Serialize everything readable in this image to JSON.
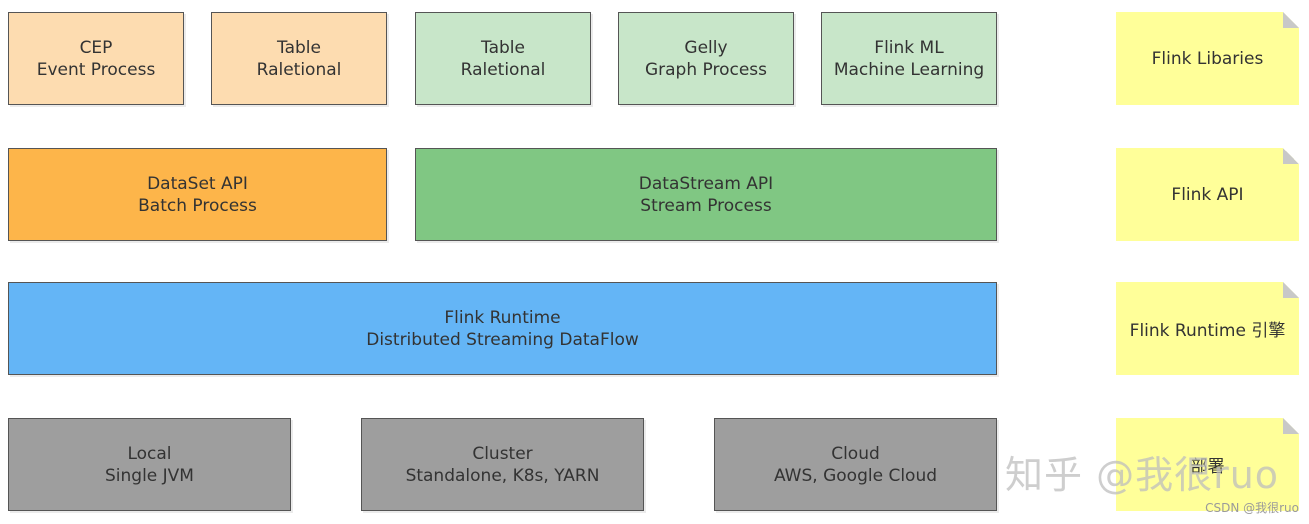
{
  "colors": {
    "libs_orange": "#fddcb0",
    "libs_green": "#c8e6c9",
    "api_orange": "#fdb54a",
    "api_green": "#80c783",
    "runtime_blue": "#64b5f6",
    "deploy_gray": "#9e9e9e",
    "note_yellow": "#ffff99"
  },
  "libraries": [
    {
      "line1": "CEP",
      "line2": "Event Process"
    },
    {
      "line1": "Table",
      "line2": "Raletional"
    },
    {
      "line1": "Table",
      "line2": "Raletional"
    },
    {
      "line1": "Gelly",
      "line2": "Graph Process"
    },
    {
      "line1": "Flink ML",
      "line2": "Machine Learning"
    }
  ],
  "apis": [
    {
      "line1": "DataSet API",
      "line2": "Batch Process"
    },
    {
      "line1": "DataStream API",
      "line2": "Stream Process"
    }
  ],
  "runtime": {
    "line1": "Flink Runtime",
    "line2": "Distributed Streaming DataFlow"
  },
  "deploy": [
    {
      "line1": "Local",
      "line2": "Single JVM"
    },
    {
      "line1": "Cluster",
      "line2": "Standalone, K8s, YARN"
    },
    {
      "line1": "Cloud",
      "line2": "AWS, Google Cloud"
    }
  ],
  "notes": {
    "libraries": "Flink Libaries",
    "api": "Flink API",
    "runtime": "Flink Runtime 引擎",
    "deploy": "部署"
  },
  "watermark": {
    "zhihu": "知乎 @我很ruo",
    "csdn": "CSDN @我很ruo"
  }
}
